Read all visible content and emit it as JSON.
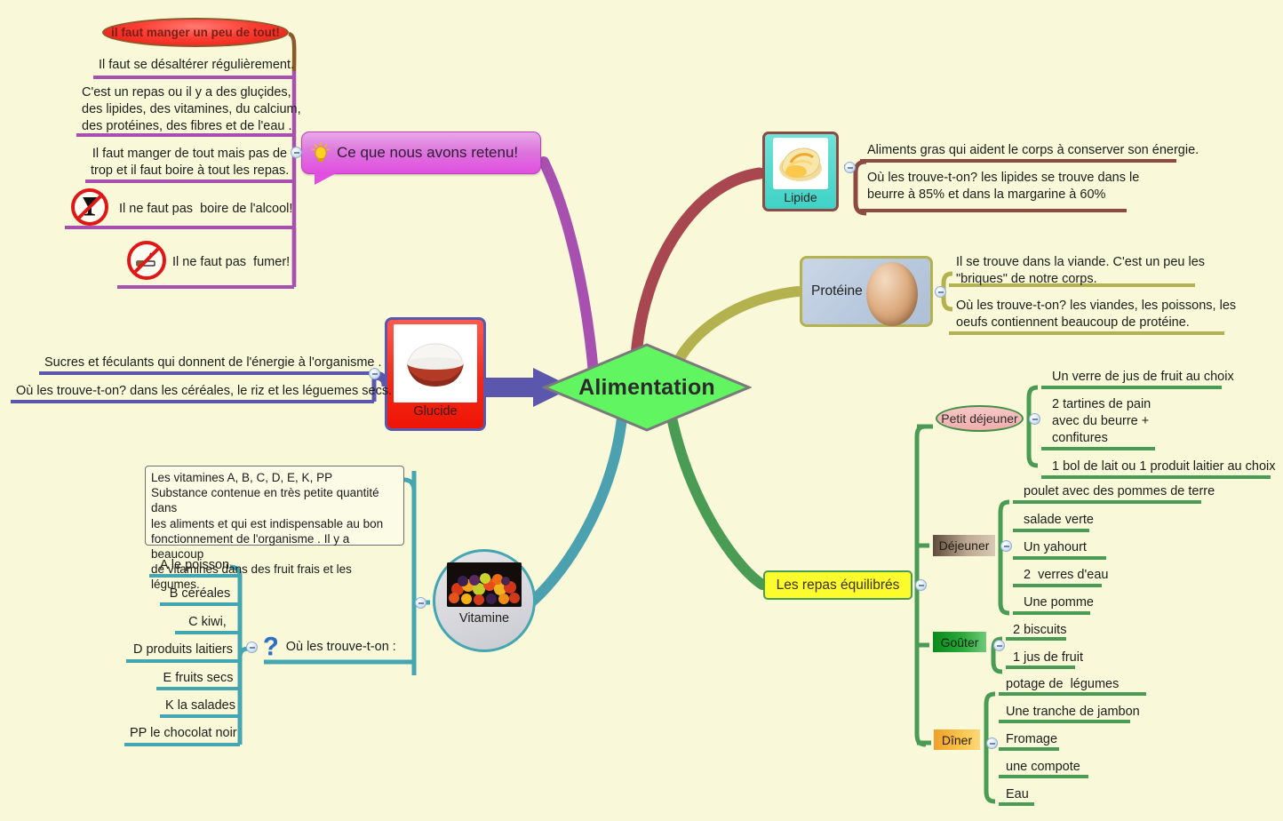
{
  "title": "Alimentation",
  "center": {
    "label": "Alimentation",
    "color": "#62f562"
  },
  "callout": {
    "label": "Ce que nous  avons retenu!",
    "icon": "lightbulb-icon",
    "color": "#e14fe0"
  },
  "retenu_items": [
    {
      "label": "il faut manger un peu de tout!",
      "style": "red-ellipse"
    },
    {
      "label": "Il faut se désaltérer régulièrement.",
      "style": "leaf"
    },
    {
      "label": "C'est un repas ou il y a des gluçides,\ndes lipides, des vitamines, du calcium,\ndes protéines, des fibres et de l'eau .",
      "style": "leaf"
    },
    {
      "label": "Il faut manger de tout mais pas de\ntrop et il faut boire à tout les repas.",
      "style": "leaf"
    },
    {
      "label": "Il ne faut pas  boire de l'alcool!",
      "style": "leaf",
      "icon": "no-alcohol-icon"
    },
    {
      "label": "Il ne faut pas  fumer!",
      "style": "leaf",
      "icon": "no-smoking-icon"
    }
  ],
  "lipide": {
    "label": "Lipide",
    "icon": "butter-image",
    "border_color": "#8c4a42",
    "items": [
      "Aliments gras qui aident le corps à conserver son énergie.",
      "Où les trouve-t-on? les lipides se trouve dans le\nbeurre à 85% et dans la margarine à 60%"
    ]
  },
  "proteine": {
    "label": "Protéine",
    "icon": "egg-image",
    "border_color": "#b3b24e",
    "items": [
      "Il se trouve dans la viande. C'est un peu les\n\"briques\" de notre corps.",
      "Où les trouve-t-on? les viandes, les poissons, les\noeufs contiennent beaucoup de protéine."
    ]
  },
  "glucide": {
    "label": "Glucide",
    "icon": "rice-bowl-image",
    "border_color": "#5a57ad",
    "items": [
      "Sucres et féculants qui donnent de l'énergie à l'organisme .",
      "Où les trouve-t-on? dans les céréales, le riz et les léguemes secs."
    ]
  },
  "vitamine": {
    "label": "Vitamine",
    "icon": "fruits-image",
    "border_color": "#43a6b0",
    "description": "Les vitamines A, B, C, D, E, K, PP\nSubstance contenue en très petite quantité dans\nles aliments et qui est indispensable au bon\nfonctionnement de l'organisme . Il y a beaucoup\nde vitamines dans des fruit frais et les légumes.",
    "question": {
      "icon": "question-mark-icon",
      "label": "Où les trouve-t-on :"
    },
    "sources": [
      "A le poisson",
      "B céréales",
      "C kiwi,",
      "D produits laitiers",
      "E fruits secs",
      "K la salades",
      "PP le chocolat noir"
    ]
  },
  "repas": {
    "label": "Les repas équilibrés",
    "color": "#fbfb2d",
    "border_color": "#4a9c4e",
    "meals": [
      {
        "label": "Petit déjeuner",
        "items": [
          "Un verre de jus de fruit au choix",
          "2 tartines de pain\navec du beurre +\nconfitures",
          "1 bol de lait ou 1 produit laitier au choix"
        ]
      },
      {
        "label": "Déjeuner",
        "items": [
          "poulet avec des pommes de terre",
          "salade verte",
          "Un yahourt",
          "2  verres d'eau",
          "Une pomme"
        ]
      },
      {
        "label": "Goûter",
        "items": [
          "2 biscuits",
          "1 jus de fruit"
        ]
      },
      {
        "label": "Dîner",
        "items": [
          "potage de  légumes",
          "Une tranche de jambon",
          "Fromage",
          "une compote",
          "Eau"
        ]
      }
    ]
  }
}
